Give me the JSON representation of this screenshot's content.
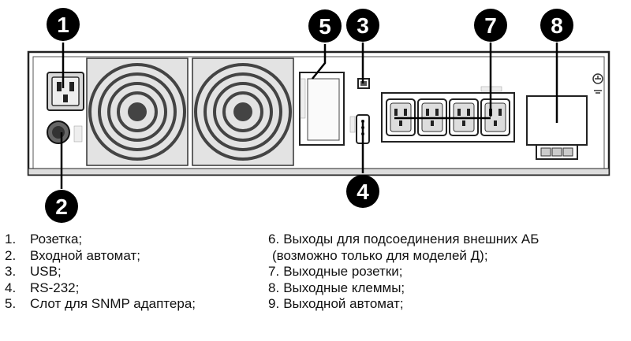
{
  "callouts": [
    {
      "id": 1,
      "text": "1"
    },
    {
      "id": 2,
      "text": "2"
    },
    {
      "id": 3,
      "text": "3"
    },
    {
      "id": 4,
      "text": "4"
    },
    {
      "id": 5,
      "text": "5"
    },
    {
      "id": 7,
      "text": "7"
    },
    {
      "id": 8,
      "text": "8"
    }
  ],
  "legend_left": [
    {
      "num": "1.",
      "text": "Розетка;"
    },
    {
      "num": "2.",
      "text": "Входной автомат;"
    },
    {
      "num": "3.",
      "text": "USB;"
    },
    {
      "num": "4.",
      "text": "RS-232;"
    },
    {
      "num": "5.",
      "text": "Слот для SNMP адаптера;"
    }
  ],
  "legend_right": [
    {
      "num": "6.",
      "text": "Выходы для подсоединения внешних АБ"
    },
    {
      "num": "",
      "text": "(возможно только для моделей Д);"
    },
    {
      "num": "7.",
      "text": "Выходные розетки;"
    },
    {
      "num": "8.",
      "text": "Выходные клеммы;"
    },
    {
      "num": "9.",
      "text": "Выходной автомат;"
    }
  ]
}
